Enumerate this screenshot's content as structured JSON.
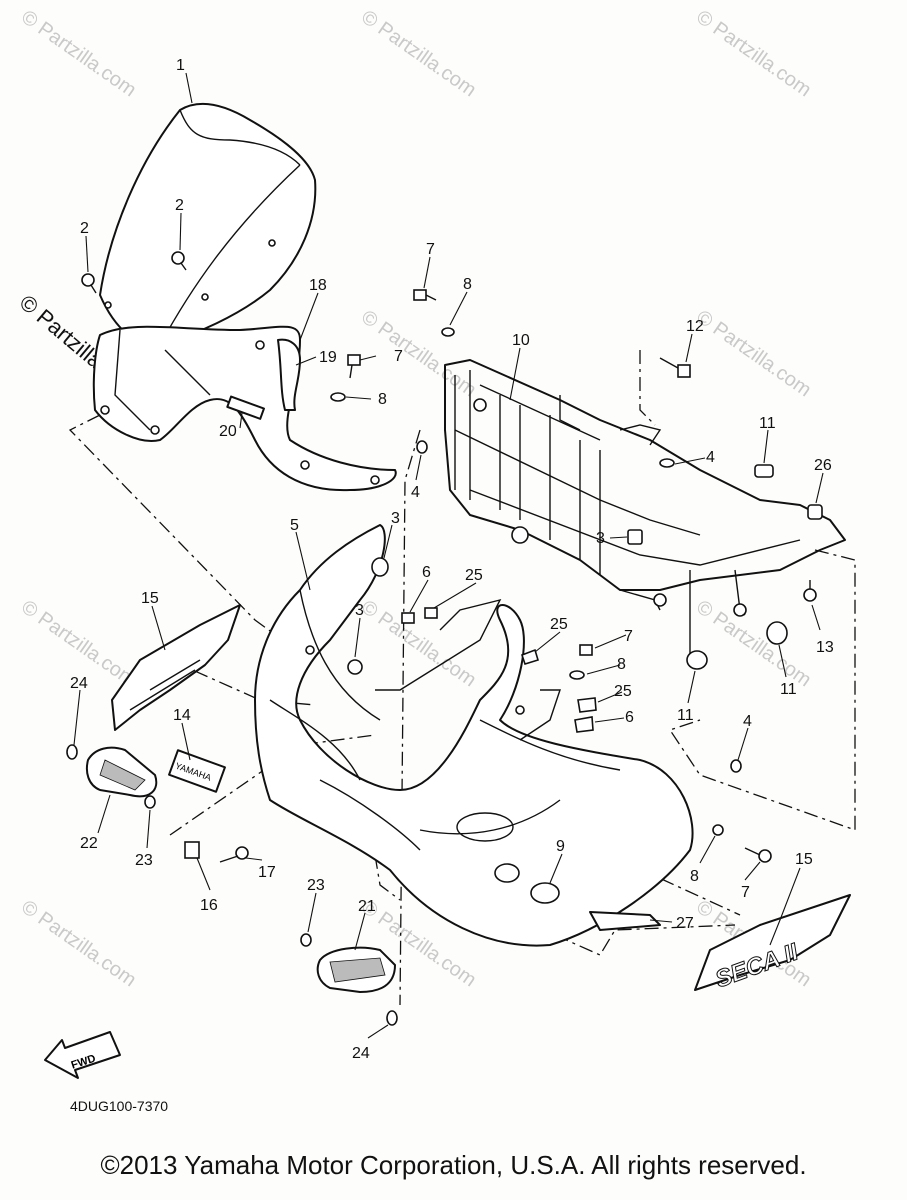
{
  "diagram": {
    "code": "4DUG100-7370",
    "copyright": "©2013 Yamaha Motor Corporation, U.S.A. All rights reserved.",
    "watermark": "© Partzilla.com",
    "fwd_label": "FWD",
    "decal_yamaha": "YAMAHA",
    "decal_seca": "SECA II"
  },
  "callouts": [
    {
      "id": "c1",
      "text": "1"
    },
    {
      "id": "c2a",
      "text": "2"
    },
    {
      "id": "c2b",
      "text": "2"
    },
    {
      "id": "c18",
      "text": "18"
    },
    {
      "id": "c19",
      "text": "19"
    },
    {
      "id": "c7a",
      "text": "7"
    },
    {
      "id": "c8a",
      "text": "8"
    },
    {
      "id": "c20",
      "text": "20"
    },
    {
      "id": "c7b",
      "text": "7"
    },
    {
      "id": "c8b",
      "text": "8"
    },
    {
      "id": "c10",
      "text": "10"
    },
    {
      "id": "c12",
      "text": "12"
    },
    {
      "id": "c4a",
      "text": "4"
    },
    {
      "id": "c4b",
      "text": "4"
    },
    {
      "id": "c11a",
      "text": "11"
    },
    {
      "id": "c26",
      "text": "26"
    },
    {
      "id": "c3a",
      "text": "3"
    },
    {
      "id": "c13",
      "text": "13"
    },
    {
      "id": "c5",
      "text": "5"
    },
    {
      "id": "c3b",
      "text": "3"
    },
    {
      "id": "c6a",
      "text": "6"
    },
    {
      "id": "c25a",
      "text": "25"
    },
    {
      "id": "c3c",
      "text": "3"
    },
    {
      "id": "c15a",
      "text": "15"
    },
    {
      "id": "c25b",
      "text": "25"
    },
    {
      "id": "c7c",
      "text": "7"
    },
    {
      "id": "c8c",
      "text": "8"
    },
    {
      "id": "c25c",
      "text": "25"
    },
    {
      "id": "c6b",
      "text": "6"
    },
    {
      "id": "c11b",
      "text": "11"
    },
    {
      "id": "c11c",
      "text": "11"
    },
    {
      "id": "c4c",
      "text": "4"
    },
    {
      "id": "c24a",
      "text": "24"
    },
    {
      "id": "c14",
      "text": "14"
    },
    {
      "id": "c22",
      "text": "22"
    },
    {
      "id": "c23a",
      "text": "23"
    },
    {
      "id": "c17",
      "text": "17"
    },
    {
      "id": "c16",
      "text": "16"
    },
    {
      "id": "c9",
      "text": "9"
    },
    {
      "id": "c8d",
      "text": "8"
    },
    {
      "id": "c7d",
      "text": "7"
    },
    {
      "id": "c15b",
      "text": "15"
    },
    {
      "id": "c23b",
      "text": "23"
    },
    {
      "id": "c21",
      "text": "21"
    },
    {
      "id": "c27",
      "text": "27"
    },
    {
      "id": "c24b",
      "text": "24"
    }
  ]
}
